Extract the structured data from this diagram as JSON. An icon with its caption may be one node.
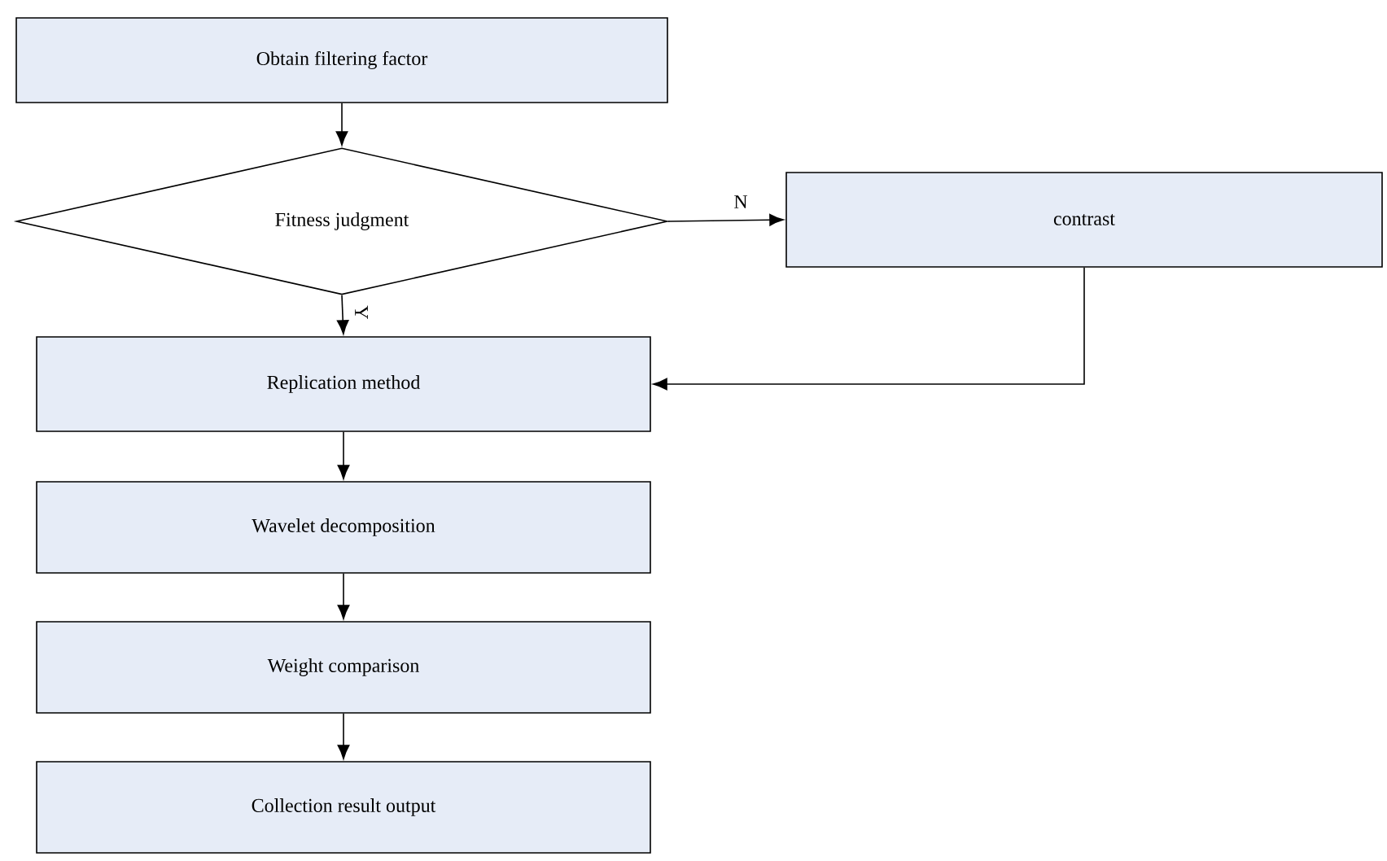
{
  "diagram": {
    "nodes": [
      {
        "text": [
          "Obtain filtering factor"
        ]
      },
      {
        "text": [
          "Fitness judgment"
        ]
      },
      {
        "text": [
          "contrast"
        ]
      },
      {
        "text": [
          "Replication method"
        ]
      },
      {
        "text": [
          "Wavelet decomposition"
        ]
      },
      {
        "text": [
          "Weight comparison"
        ]
      },
      {
        "text": [
          "Collection result output"
        ]
      }
    ],
    "edges": [
      {
        "from": 0,
        "to": 1,
        "arrow": "to"
      },
      {
        "from": 1,
        "to": 2,
        "arrow": "to",
        "label": "N"
      },
      {
        "from": 1,
        "to": 3,
        "arrow": "to",
        "label": "Y"
      },
      {
        "from": 2,
        "to": 3,
        "arrow": "to"
      },
      {
        "from": 3,
        "to": 4,
        "arrow": "to"
      },
      {
        "from": 4,
        "to": 5,
        "arrow": "to"
      },
      {
        "from": 5,
        "to": 6,
        "arrow": "to"
      }
    ]
  }
}
